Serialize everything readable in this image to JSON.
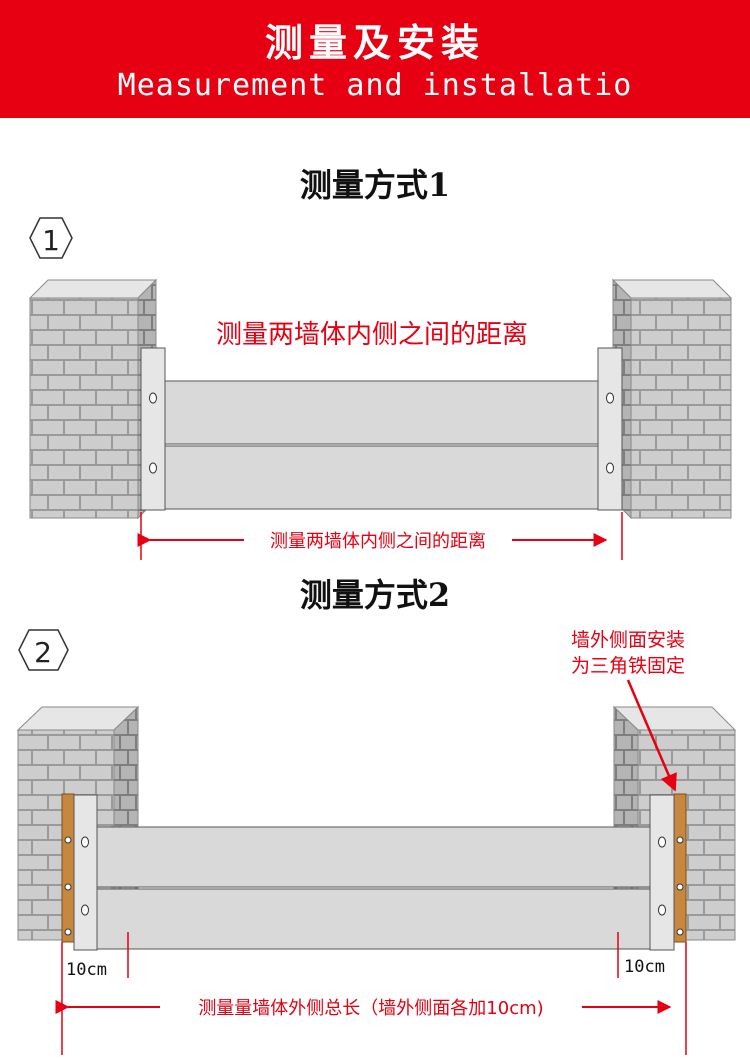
{
  "header": {
    "title": "测量及安装",
    "subtitle": "Measurement and installatio"
  },
  "method1": {
    "title": "测量方式1",
    "badge": "1",
    "wall_label": "测量两墙体内侧之间的距离",
    "dim_label": "测量两墙体内侧之间的距离"
  },
  "method2": {
    "title": "测量方式2",
    "badge": "2",
    "note_line1": "墙外侧面安装",
    "note_line2": "为三角铁固定",
    "left_offset": "10cm",
    "right_offset": "10cm",
    "dim_label": "测量量墙体外侧总长（墙外侧面各加10cm)"
  },
  "colors": {
    "accent": "#e60012",
    "brick": "#c9c9c9",
    "angle_iron": "#c8873f"
  }
}
